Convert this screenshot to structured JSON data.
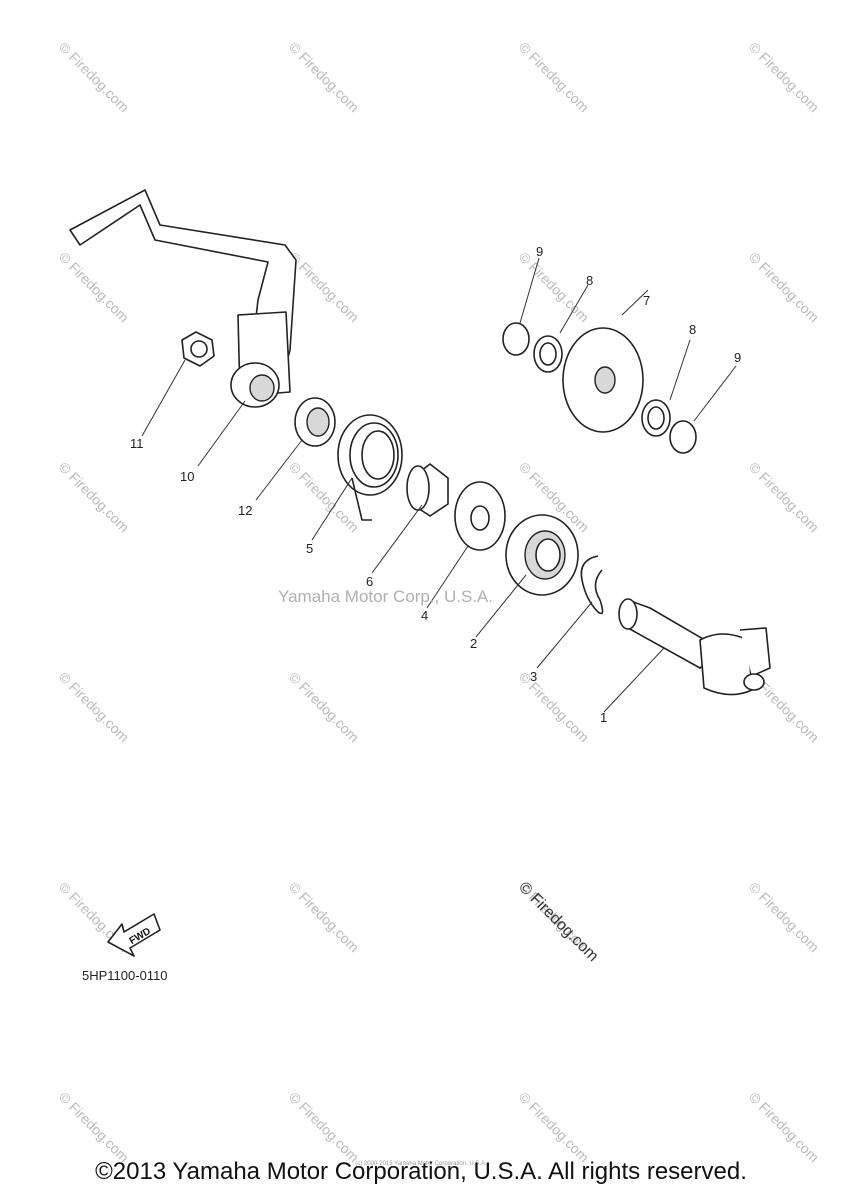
{
  "diagram": {
    "callouts": {
      "c1": "1",
      "c2": "2",
      "c3": "3",
      "c4": "4",
      "c5": "5",
      "c6": "6",
      "c7": "7",
      "c8a": "8",
      "c8b": "8",
      "c9a": "9",
      "c9b": "9",
      "c10": "10",
      "c11": "11",
      "c12": "12"
    },
    "center_watermark": "Yamaha Motor Corp., U.S.A.",
    "firedog_mark": "© Firedog.com",
    "tile_watermark": "© Firedog.com",
    "fwd_label": "FWD",
    "diagram_code": "5HP1100-0110"
  },
  "footer": {
    "copyright": "©2013 Yamaha Motor Corporation, U.S.A. All rights reserved.",
    "small_notice": "(c) 2000-2015 Yamaha Motor Corporation, U.S.A."
  }
}
